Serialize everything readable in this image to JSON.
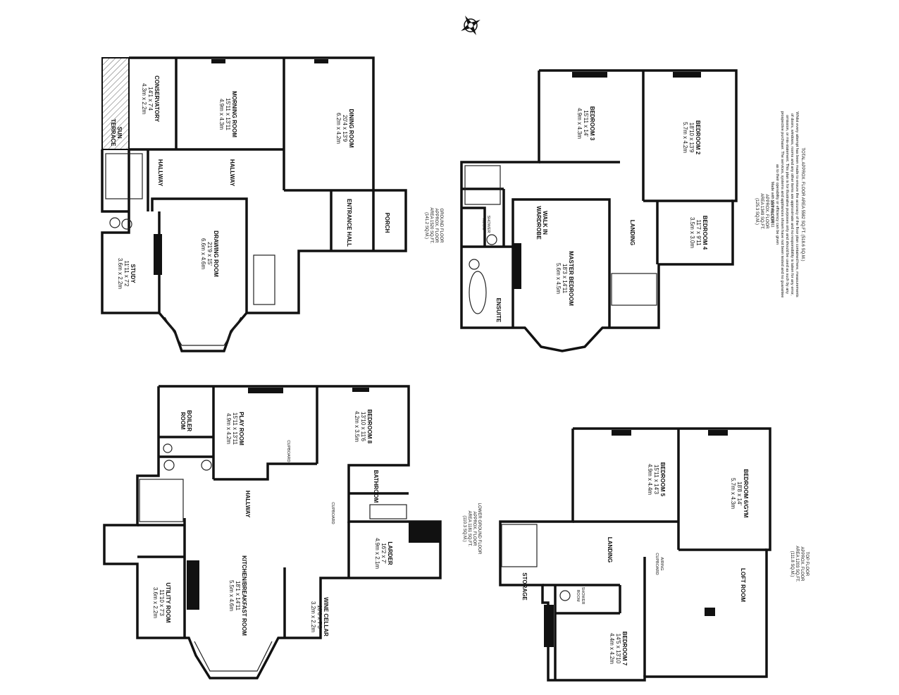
{
  "floors": {
    "ground": {
      "label": [
        "GROUND FLOOR",
        "APPROX. FLOOR",
        "AREA 1520 SQ.FT.",
        "(141.2 SQ.M.)"
      ],
      "rooms": [
        {
          "id": "conservatory",
          "name": "CONSERVATORY",
          "dims": [
            "14'1 x 7'4",
            "4.3m x 2.2m"
          ]
        },
        {
          "id": "sun-terrace",
          "name": [
            "SUN",
            "TERRACE"
          ],
          "dims": []
        },
        {
          "id": "morning-room",
          "name": "MORNING ROOM",
          "dims": [
            "15'11 x 13'11",
            "4.9m x 4.3m"
          ]
        },
        {
          "id": "dining-room",
          "name": "DINING ROOM",
          "dims": [
            "20'4 x 13'9",
            "6.2m x 4.2m"
          ]
        },
        {
          "id": "hallway-a",
          "name": "HALLWAY",
          "dims": []
        },
        {
          "id": "hallway-b",
          "name": "HALLWAY",
          "dims": []
        },
        {
          "id": "entrance-hall",
          "name": "ENTRANCE HALL",
          "dims": []
        },
        {
          "id": "porch",
          "name": "PORCH",
          "dims": []
        },
        {
          "id": "drawing-room",
          "name": "DRAWING ROOM",
          "dims": [
            "21'9 x 15'",
            "6.6m x 4.6m"
          ]
        },
        {
          "id": "study",
          "name": "STUDY",
          "dims": [
            "11'11 x 7'2",
            "3.6m x 2.2m"
          ]
        }
      ]
    },
    "first": {
      "label": [
        "1ST FLOOR",
        "APPROX. FLOOR",
        "AREA 1349 SQ.FT.",
        "(125.3 SQ.M.)"
      ],
      "rooms": [
        {
          "id": "bedroom-3",
          "name": "BEDROOM 3",
          "dims": [
            "15'11 x 14'",
            "4.9m x 4.3m"
          ]
        },
        {
          "id": "bedroom-2",
          "name": "BEDROOM 2",
          "dims": [
            "18'10 x 13'9",
            "5.7m x 4.2m"
          ]
        },
        {
          "id": "bedroom-4",
          "name": "BEDROOM 4",
          "dims": [
            "11'7 x 9'11",
            "3.5m x 3.0m"
          ]
        },
        {
          "id": "walk-in-wardrobe",
          "name": [
            "WALK IN",
            "WARDROBE"
          ],
          "dims": []
        },
        {
          "id": "master-bedroom",
          "name": "MASTER BEDROOM",
          "dims": [
            "18'3 x 14'11",
            "5.6m x 4.5m"
          ]
        },
        {
          "id": "landing-1",
          "name": "LANDING",
          "dims": []
        },
        {
          "id": "ensuite",
          "name": "ENSUITE",
          "dims": []
        },
        {
          "id": "shower-1",
          "name": [
            "SHOWER",
            "ROOM"
          ],
          "dims": []
        }
      ]
    },
    "lower_ground": {
      "label": [
        "LOWER GROUND FLOOR",
        "APPROX. FLOOR",
        "AREA 1181 SQ.FT.",
        "(110.3 SQ.M.)"
      ],
      "rooms": [
        {
          "id": "boiler-room",
          "name": [
            "BOILER",
            "ROOM"
          ],
          "dims": []
        },
        {
          "id": "play-room",
          "name": "PLAY ROOM",
          "dims": [
            "15'11 x 13'11",
            "4.9m x 4.2m"
          ]
        },
        {
          "id": "bedroom-8",
          "name": "BEDROOM 8",
          "dims": [
            "13'10 x 11'6",
            "4.2m x 3.5m"
          ]
        },
        {
          "id": "cupboard-1",
          "name": "CUPBOARD",
          "dims": []
        },
        {
          "id": "cupboard-2",
          "name": "CUPBOARD",
          "dims": []
        },
        {
          "id": "bathroom",
          "name": "BATHROOM",
          "dims": []
        },
        {
          "id": "hallway-lg",
          "name": "HALLWAY",
          "dims": []
        },
        {
          "id": "larder",
          "name": "LARDER",
          "dims": [
            "16'2 x 7'",
            "4.9m x 2.1m"
          ]
        },
        {
          "id": "kitchen",
          "name": "KITCHEN/BREAKFAST ROOM",
          "dims": [
            "18'1 x 14'11",
            "5.5m x 4.6m"
          ]
        },
        {
          "id": "utility-room",
          "name": "UTILITY ROOM",
          "dims": [
            "11'10 x 7'3",
            "3.6m x 2.2m"
          ]
        },
        {
          "id": "wine-cellar",
          "name": "WINE CELLAR",
          "dims": [
            "10'6 x 7'3",
            "3.2m x 2.2m"
          ]
        }
      ]
    },
    "top": {
      "label": [
        "TOP FLOOR",
        "APPROX. FLOOR",
        "AREA 1203 SQ.FT.",
        "(111.8 SQ.M.)"
      ],
      "rooms": [
        {
          "id": "bedroom-5",
          "name": "BEDROOM 5",
          "dims": [
            "15'11 x 14'3",
            "4.9m x 4.4m"
          ]
        },
        {
          "id": "bedroom-6",
          "name": "BEDROOM 6/GYM",
          "dims": [
            "18'8 x 14'",
            "5.7m x 4.3m"
          ]
        },
        {
          "id": "landing-top",
          "name": "LANDING",
          "dims": []
        },
        {
          "id": "airing-cupboard",
          "name": [
            "AIRING",
            "CUPBOARD"
          ],
          "dims": []
        },
        {
          "id": "loft-room",
          "name": "LOFT ROOM",
          "dims": []
        },
        {
          "id": "storage",
          "name": "STORAGE",
          "dims": []
        },
        {
          "id": "shower-top",
          "name": [
            "SHOWER",
            "ROOM"
          ],
          "dims": []
        },
        {
          "id": "bedroom-7",
          "name": "BEDROOM 7",
          "dims": [
            "14'5 x 13'10",
            "4.4m x 4.2m"
          ]
        }
      ]
    }
  },
  "total": [
    "TOTAL APPROX. FLOOR AREA 5582 SQ.FT. (518.6 SQ.M.)",
    "Whilst every attempt has been made to ensure the accuracy of the floor plan contained here, measurements",
    "of doors, windows, rooms and any other items are approximate and no responsibility is taken for any error,",
    "omission, or mis-statement. This plan is for illustrative purposes only and should be used as such by any",
    "prospective purchaser. The services, systems and appliances shown have not been tested and no guarantee",
    "as to their operability or efficiency can be given",
    "Made with Metropix ©2011"
  ]
}
